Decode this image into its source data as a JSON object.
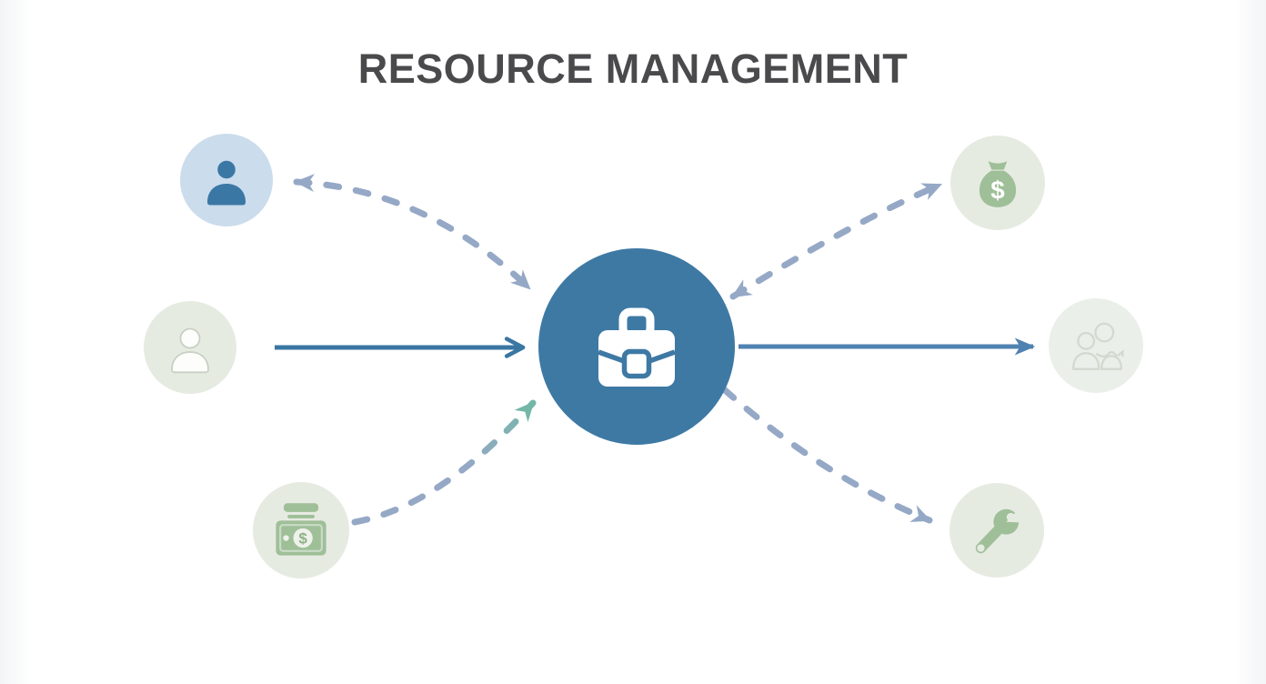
{
  "title": "RESOURCE MANAGEMENT",
  "colors": {
    "background": "#ffffff",
    "title_text": "#4a4a4d",
    "center_circle": "#3e79a4",
    "center_icon": "#ffffff",
    "user_circle": "#cbdcec",
    "user_icon": "#3b77a5",
    "pale_circle": "#e6ebe2",
    "faint_circle": "#ebefe9",
    "sage_icon": "#9fbf98",
    "sage_icon_dark": "#8fb189",
    "pale_icon_bg": "#eef2ea",
    "outline_icon": "#c7d0c3",
    "faint_icon": "#d2d9cf",
    "dashed_arrow": "#95a8c6",
    "solid_arrow": "#3a76a2",
    "solid_arrow_light": "#4f82b1",
    "teal_arrow": "#74b7a8"
  },
  "nodes": [
    {
      "id": "user-account",
      "icon": "person-filled-icon",
      "position": "top-left"
    },
    {
      "id": "person",
      "icon": "person-outline-icon",
      "position": "mid-left"
    },
    {
      "id": "cash",
      "icon": "banknote-icon",
      "position": "bottom-left"
    },
    {
      "id": "operations-center",
      "icon": "briefcase-icon",
      "position": "center"
    },
    {
      "id": "money-bag",
      "icon": "money-bag-icon",
      "position": "top-right"
    },
    {
      "id": "team",
      "icon": "team-icon",
      "position": "mid-right"
    },
    {
      "id": "tools",
      "icon": "wrench-icon",
      "position": "bottom-right"
    }
  ],
  "arrows": [
    {
      "from": "user-account",
      "to": "operations-center",
      "style": "dashed",
      "heads": "both"
    },
    {
      "from": "person",
      "to": "operations-center",
      "style": "solid",
      "heads": "end"
    },
    {
      "from": "cash",
      "to": "operations-center",
      "style": "dashed-gradient",
      "heads": "end"
    },
    {
      "from": "operations-center",
      "to": "money-bag",
      "style": "dashed",
      "heads": "both"
    },
    {
      "from": "operations-center",
      "to": "team",
      "style": "solid",
      "heads": "end"
    },
    {
      "from": "operations-center",
      "to": "tools",
      "style": "dashed",
      "heads": "end"
    }
  ]
}
